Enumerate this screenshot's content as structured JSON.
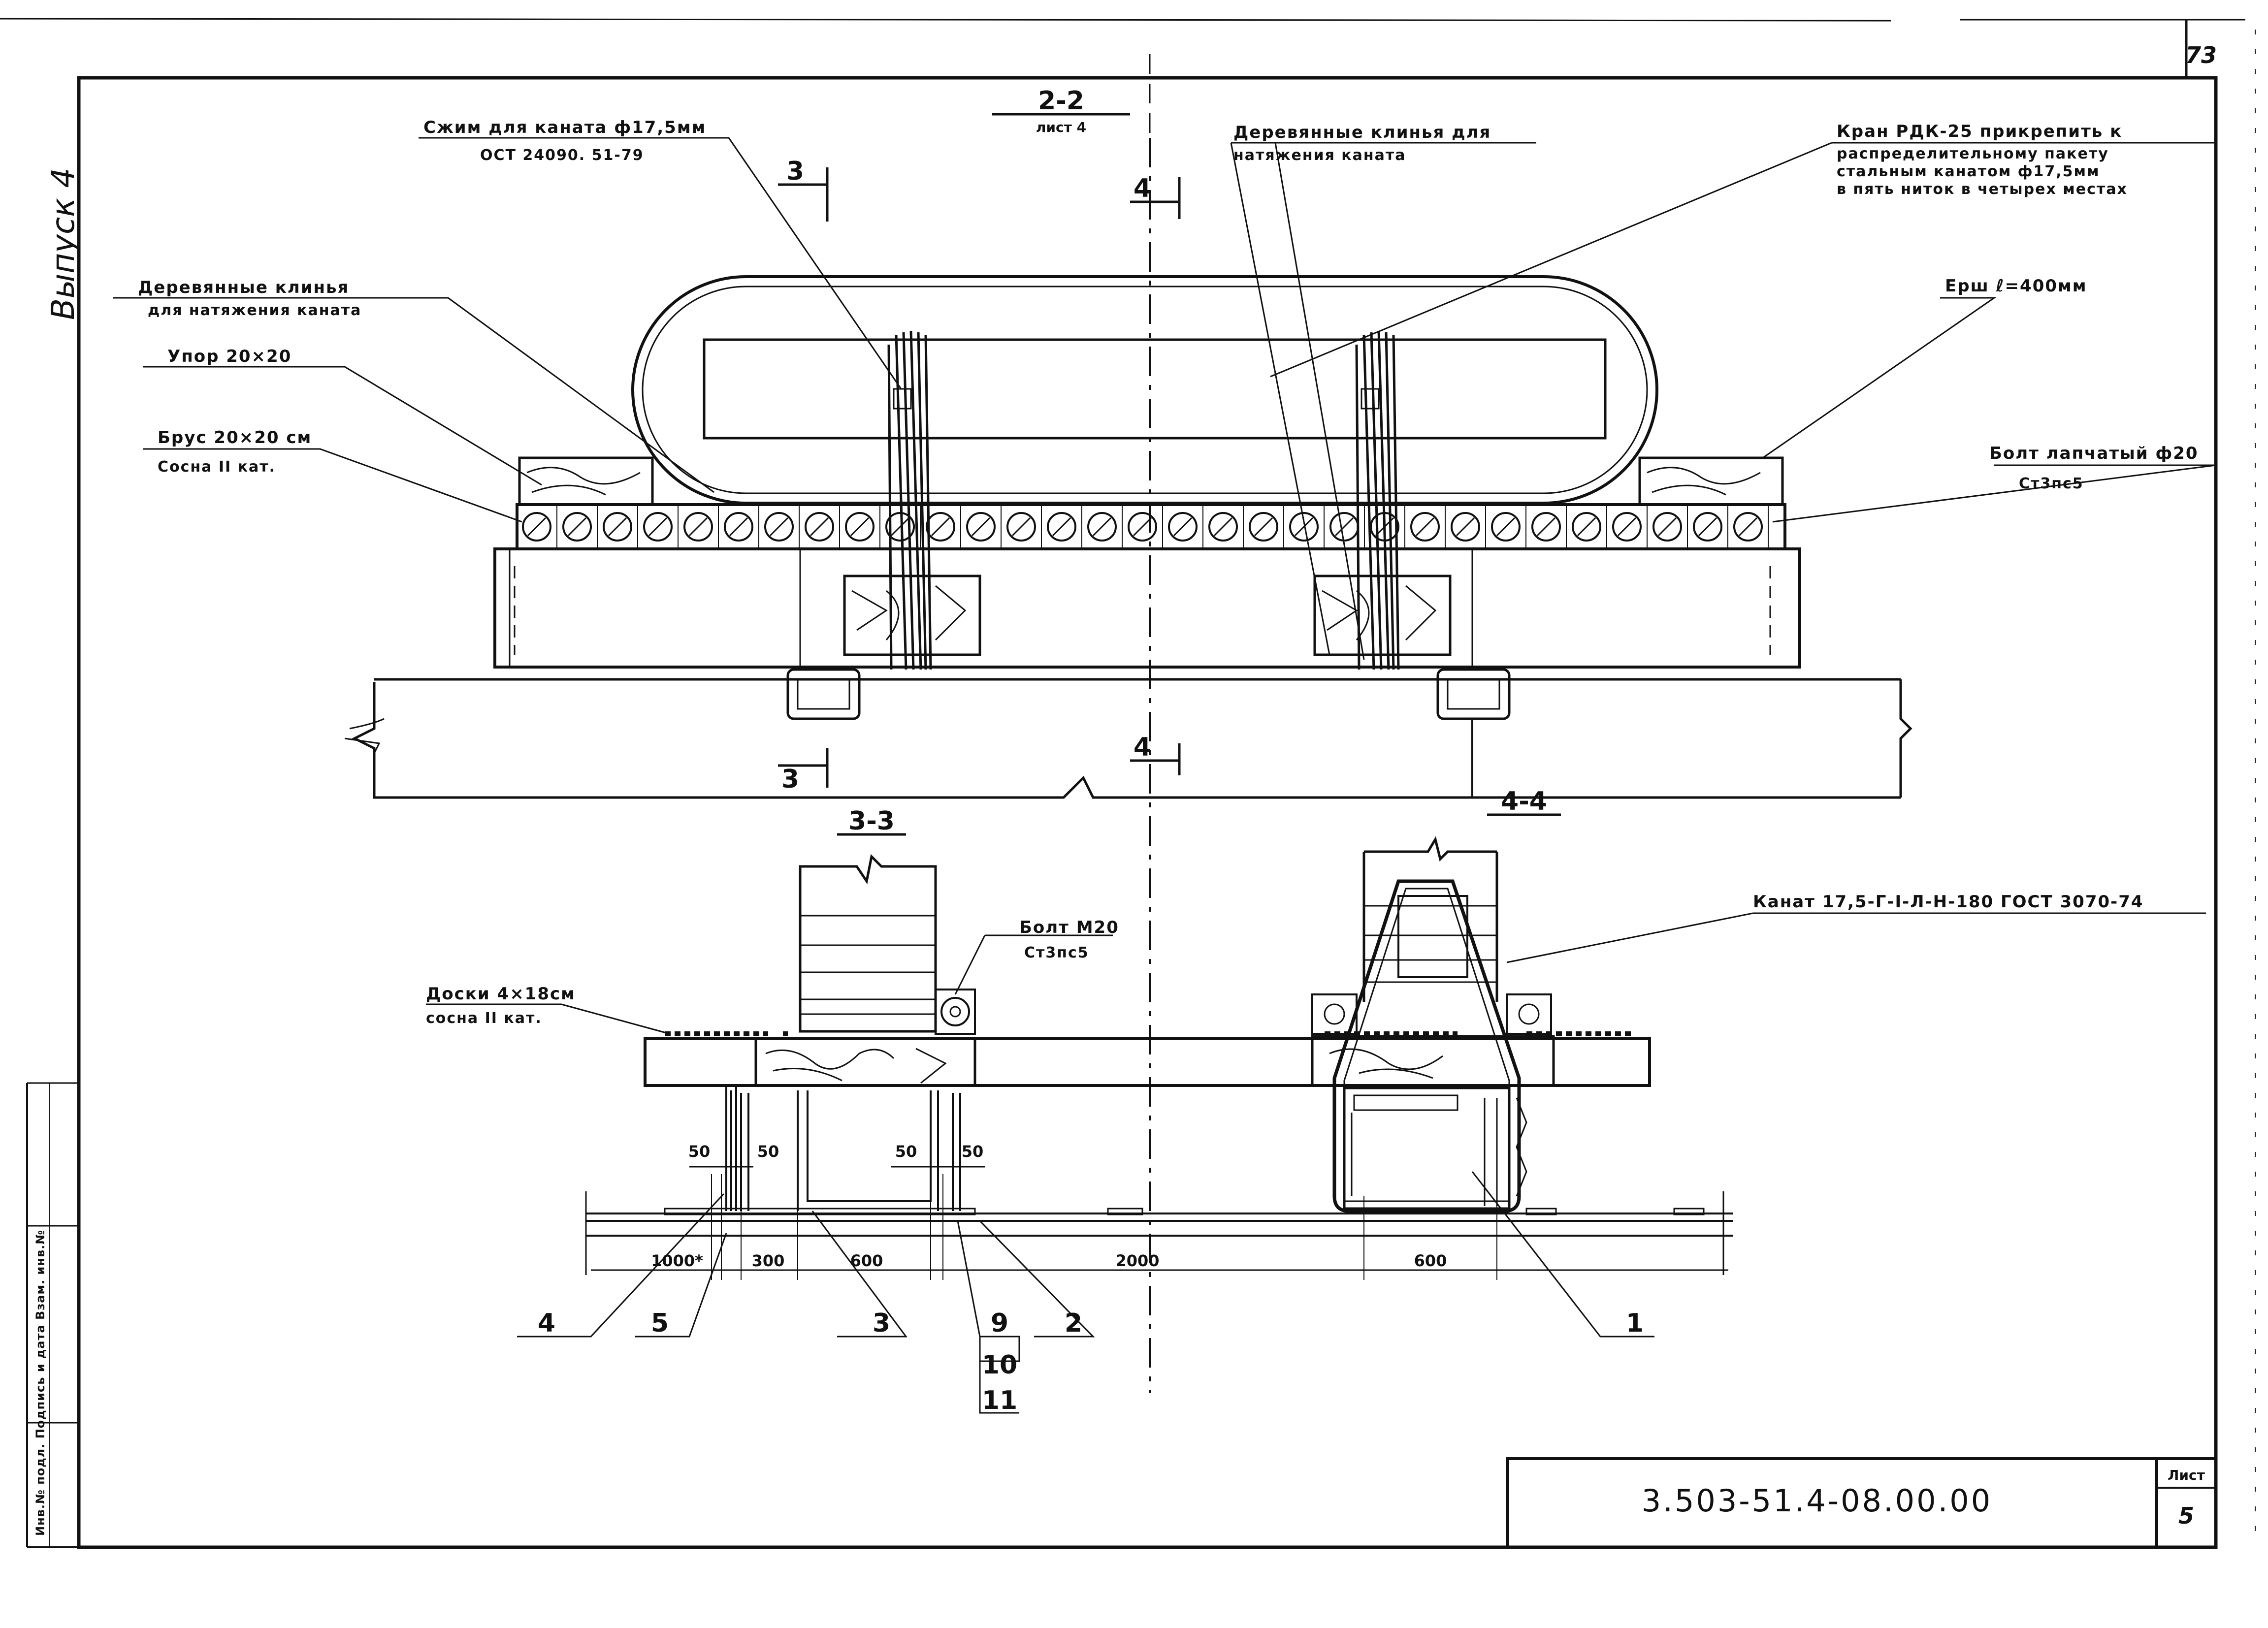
{
  "sheet": {
    "page_number": "73",
    "issue_label": "Выпуск 4",
    "document_code": "3.503-51.4-08.00.00",
    "sheet_label": "Лист",
    "sheet_number": "5",
    "stamp_text": "Инв.№ подл.   Подпись и дата   Взам. инв.№"
  },
  "section_2_2": {
    "title": "2-2",
    "subtitle": "лист 4",
    "cut_3": "3",
    "cut_4": "4"
  },
  "section_3_3": {
    "title": "3-3"
  },
  "section_4_4": {
    "title": "4-4"
  },
  "callouts": {
    "clamp_line1": "Сжим для каната ф17,5мм",
    "clamp_line2": "ОСТ 24090. 51-79",
    "wedges_center_line1": "Деревянные клинья для",
    "wedges_center_line2": "натяжения каната",
    "crane_line1": "Кран РДК-25 прикрепить к",
    "crane_line2": "распределительному пакету",
    "crane_line3": "стальным канатом ф17,5мм",
    "crane_line4": "в пять ниток в четырех местах",
    "wedges_left_line1": "Деревянные клинья",
    "wedges_left_line2": "для натяжения каната",
    "stop": "Упор 20×20",
    "beam_line1": "Брус 20×20 см",
    "beam_line2": "Сосна II кат.",
    "ruff": "Ерш ℓ=400мм",
    "bolt_hook_line1": "Болт лапчатый ф20",
    "bolt_hook_line2": "Ст3пс5",
    "rope": "Канат 17,5-Г-I-Л-Н-180 ГОСТ 3070-74",
    "bolt_m20_line1": "Болт М20",
    "bolt_m20_line2": "Ст3пс5",
    "boards_line1": "Доски 4×18см",
    "boards_line2": "сосна II кат."
  },
  "dimensions": {
    "d50_a": "50",
    "d50_b": "50",
    "d50_c": "50",
    "d50_d": "50",
    "d1000": "1000*",
    "d300": "300",
    "d600_left": "600",
    "d2000": "2000",
    "d600_right": "600"
  },
  "positions": {
    "p1": "1",
    "p2": "2",
    "p3": "3",
    "p4": "4",
    "p5": "5",
    "p9": "9",
    "p10": "10",
    "p11": "11"
  }
}
